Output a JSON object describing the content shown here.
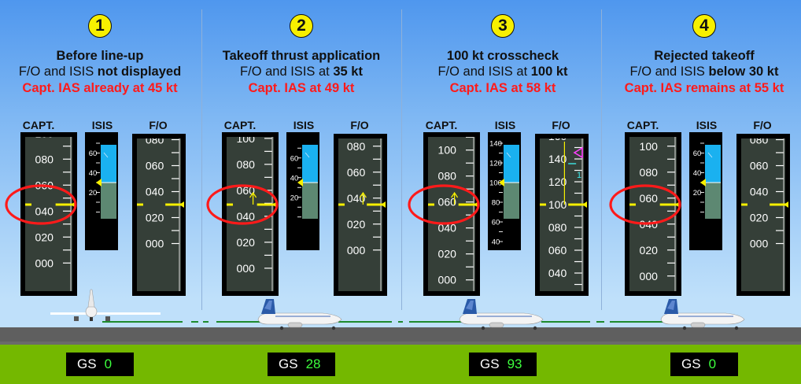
{
  "labels": {
    "capt": "CAPT.",
    "isis": "ISIS",
    "fo": "F/O",
    "gs": "GS"
  },
  "colors": {
    "alert_red": "#ff1a1a",
    "marker_yellow": "#f7f000",
    "tape_bg": "#353f38",
    "isis_sky": "#1ab1f0",
    "isis_ground": "#5d8872",
    "gs_value": "#3dff3d"
  },
  "panels": [
    {
      "number": "1",
      "title": "Before line-up",
      "line2_pre": "F/O and ISIS ",
      "line2_bold": "not displayed",
      "line3": "Capt. IAS already at 45 kt",
      "gs_value": "0",
      "capt_speed": 45,
      "isis_speed": 30,
      "fo_speed": 30,
      "capt_trend": false,
      "fo_trend": false,
      "show_targets": false,
      "aircraft": "side-front"
    },
    {
      "number": "2",
      "title": "Takeoff thrust application",
      "line2_pre": "F/O and ISIS at ",
      "line2_bold": "35 kt",
      "line3": "Capt. IAS at 49 kt",
      "gs_value": "28",
      "capt_speed": 49,
      "isis_speed": 35,
      "fo_speed": 35,
      "capt_trend": true,
      "fo_trend": true,
      "show_targets": false,
      "aircraft": "side"
    },
    {
      "number": "3",
      "title": "100 kt crosscheck",
      "line2_pre": "F/O and ISIS at ",
      "line2_bold": "100 kt",
      "line3": "Capt. IAS at 58 kt",
      "gs_value": "93",
      "capt_speed": 58,
      "isis_speed": 100,
      "fo_speed": 100,
      "capt_trend": true,
      "fo_trend": true,
      "show_targets": true,
      "fo_target_label": "1",
      "aircraft": "side"
    },
    {
      "number": "4",
      "title": "Rejected takeoff",
      "line2_pre": "F/O and ISIS ",
      "line2_bold": "below 30 kt",
      "line3": "Capt. IAS remains at 55 kt",
      "gs_value": "0",
      "capt_speed": 55,
      "isis_speed": 30,
      "fo_speed": 30,
      "capt_trend": false,
      "fo_trend": false,
      "show_targets": false,
      "aircraft": "side"
    }
  ]
}
